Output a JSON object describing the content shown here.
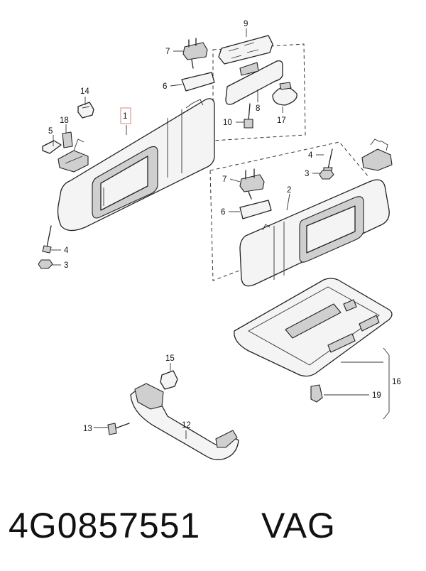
{
  "callouts": {
    "c1": "1",
    "c2": "2",
    "c3a": "3",
    "c3b": "3",
    "c4a": "4",
    "c4b": "4",
    "c5": "5",
    "c6a": "6",
    "c6b": "6",
    "c7a": "7",
    "c7b": "7",
    "c8": "8",
    "c9": "9",
    "c10": "10",
    "c12": "12",
    "c13": "13",
    "c14": "14",
    "c15": "15",
    "c16": "16",
    "c17": "17",
    "c18": "18",
    "c19": "19"
  },
  "footer": {
    "part_number": "4G0857551",
    "brand": "VAG"
  }
}
